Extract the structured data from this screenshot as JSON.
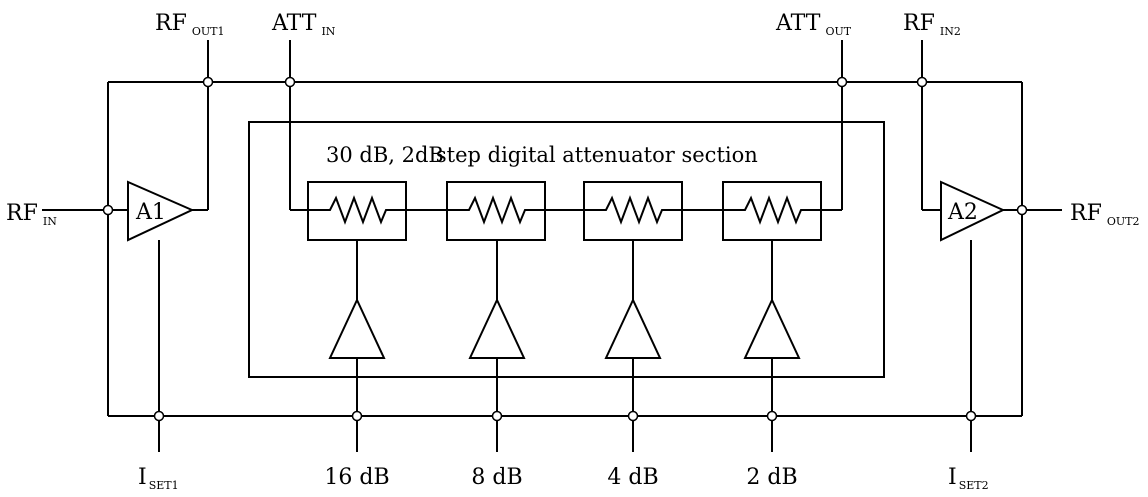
{
  "labels": {
    "rf_out1": {
      "main": "RF",
      "sub": "OUT1"
    },
    "att_in": {
      "main": "ATT",
      "sub": "IN"
    },
    "att_out": {
      "main": "ATT",
      "sub": "OUT"
    },
    "rf_in2": {
      "main": "RF",
      "sub": "IN2"
    },
    "rf_in": {
      "main": "RF",
      "sub": "IN"
    },
    "rf_out2": {
      "main": "RF",
      "sub": "OUT2"
    },
    "iset1": {
      "main": "I",
      "sub": "SET1"
    },
    "iset2": {
      "main": "I",
      "sub": "SET2"
    }
  },
  "amplifiers": {
    "a1": "A1",
    "a2": "A2"
  },
  "attenuator": {
    "title_a": "30 dB, 2dB",
    "title_b": "step digital attenuator section"
  },
  "control_bits": [
    "16 dB",
    "8 dB",
    "4 dB",
    "2 dB"
  ]
}
